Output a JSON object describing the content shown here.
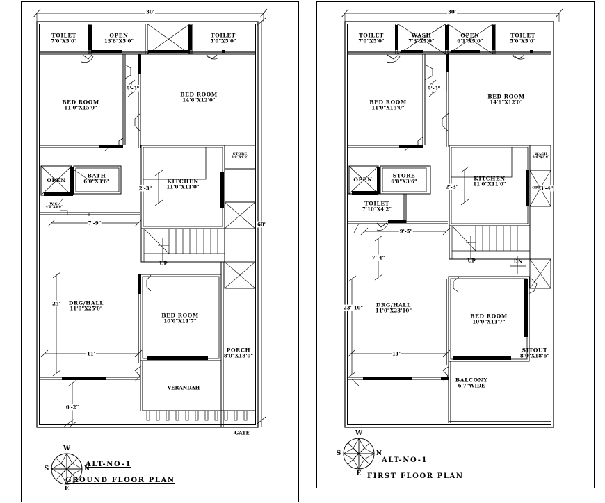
{
  "drawing": {
    "sheet_background": "#ffffff",
    "line_color": "#000000"
  },
  "ground_floor": {
    "title_code": "ALT-NO-1",
    "title": "GROUND FLOOR PLAN",
    "overall_dims": {
      "top": "30'",
      "right": "60'"
    },
    "compass": {
      "top": "W",
      "left": "S",
      "right": "N",
      "bottom": "E"
    },
    "rooms": [
      {
        "name": "TOILET",
        "dim": "7'0\"X5'0\""
      },
      {
        "name": "OPEN",
        "dim": "13'8\"X5'0\""
      },
      {
        "name": "TOILET",
        "dim": "5'0\"X5'0\""
      },
      {
        "name": "BED ROOM",
        "dim": "11'0\"X15'0\""
      },
      {
        "name": "BED ROOM",
        "dim": "14'6\"X12'0\""
      },
      {
        "name": "OPEN",
        "dim": ""
      },
      {
        "name": "BATH",
        "dim": "6'0\"X3'6\""
      },
      {
        "name": "W.C.",
        "dim": "4'0\"X3'0\""
      },
      {
        "name": "KITCHEN",
        "dim": "11'0\"X11'0\""
      },
      {
        "name": "STORE",
        "dim": "3'6\"X4'0\""
      },
      {
        "name": "DRG/HALL",
        "dim": "11'0\"X25'0\""
      },
      {
        "name": "BED ROOM",
        "dim": "10'0\"X11'7\""
      },
      {
        "name": "PORCH",
        "dim": "8'0\"X18'0\""
      },
      {
        "name": "VERANDAH",
        "dim": ""
      },
      {
        "name": "GATE",
        "dim": ""
      }
    ],
    "annotations": [
      {
        "text": "9'-3\""
      },
      {
        "text": "2'-3\""
      },
      {
        "text": "7'-9\""
      },
      {
        "text": "25'"
      },
      {
        "text": "11'"
      },
      {
        "text": "6'-2\""
      },
      {
        "text": "UP"
      }
    ]
  },
  "first_floor": {
    "title_code": "ALT-NO-1",
    "title": "FIRST FLOOR PLAN",
    "overall_dims": {
      "top": "30'"
    },
    "compass": {
      "top": "W",
      "left": "S",
      "right": "N",
      "bottom": "E"
    },
    "rooms": [
      {
        "name": "TOILET",
        "dim": "7'0\"X5'0\""
      },
      {
        "name": "WASH",
        "dim": "7'3\"X5'0\""
      },
      {
        "name": "OPEN",
        "dim": "6'1\"X5'0\""
      },
      {
        "name": "TOILET",
        "dim": "5'0\"X5'0\""
      },
      {
        "name": "BED ROOM",
        "dim": "11'0\"X15'0\""
      },
      {
        "name": "BED ROOM",
        "dim": "14'6\"X12'0\""
      },
      {
        "name": "OPEN",
        "dim": ""
      },
      {
        "name": "STORE",
        "dim": "6'8\"X3'6\""
      },
      {
        "name": "TOILET",
        "dim": "7'10\"X4'2\""
      },
      {
        "name": "KITCHEN",
        "dim": "11'0\"X11'0\""
      },
      {
        "name": "WASH",
        "dim": "3'6\"X3'6\""
      },
      {
        "name": "OPEN",
        "dim": ""
      },
      {
        "name": "DRG/HALL",
        "dim": "11'0\"X23'10\""
      },
      {
        "name": "BED ROOM",
        "dim": "10'0\"X11'7\""
      },
      {
        "name": "SITOUT",
        "dim": "8'0\"X18'6\""
      },
      {
        "name": "BALCONY",
        "dim": "6'7\"WIDE"
      }
    ],
    "annotations": [
      {
        "text": "9'-3\""
      },
      {
        "text": "2'-3\""
      },
      {
        "text": "9'-5\""
      },
      {
        "text": "7'-4\""
      },
      {
        "text": "23'-10\""
      },
      {
        "text": "11'"
      },
      {
        "text": "3'-4\""
      },
      {
        "text": "UP"
      },
      {
        "text": "DN"
      }
    ]
  }
}
